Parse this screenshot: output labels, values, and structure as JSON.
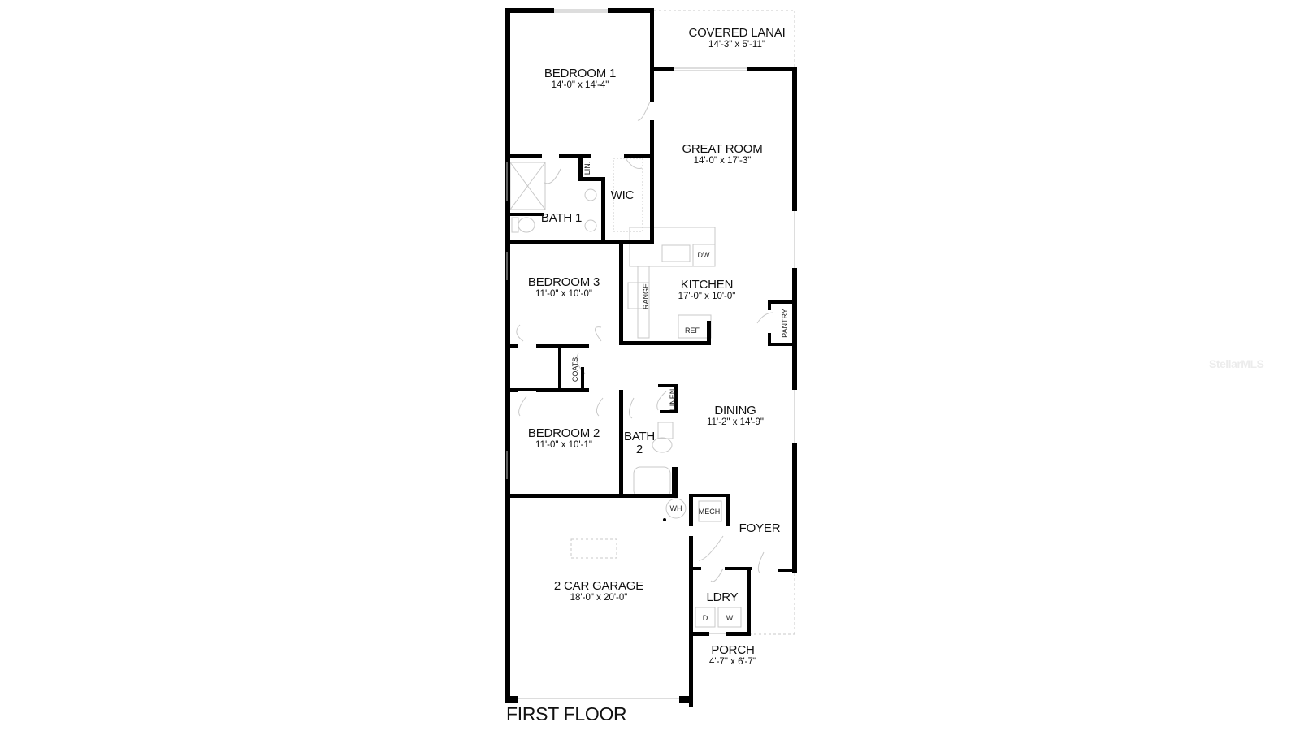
{
  "plan": {
    "title": "FIRST FLOOR",
    "watermark": "StellarMLS"
  },
  "rooms": {
    "covered_lanai": {
      "name": "COVERED LANAI",
      "dim": "14'-3\" x 5'-11\""
    },
    "bedroom1": {
      "name": "BEDROOM 1",
      "dim": "14'-0\" x 14'-4\""
    },
    "great_room": {
      "name": "GREAT ROOM",
      "dim": "14'-0\" x 17'-3\""
    },
    "bath1": {
      "name": "BATH 1"
    },
    "wic": {
      "name": "WIC"
    },
    "lin": {
      "name": "LIN."
    },
    "bedroom3": {
      "name": "BEDROOM 3",
      "dim": "11'-0\" x 10'-0\""
    },
    "kitchen": {
      "name": "KITCHEN",
      "dim": "17'-0\" x 10'-0\""
    },
    "pantry": {
      "name": "PANTRY"
    },
    "coats": {
      "name": "COATS"
    },
    "bedroom2": {
      "name": "BEDROOM 2",
      "dim": "11'-0\" x 10'-1\""
    },
    "bath2": {
      "name": "BATH",
      "name2": "2"
    },
    "linen": {
      "name": "LINEN"
    },
    "dining": {
      "name": "DINING",
      "dim": "11'-2\" x 14'-9\""
    },
    "foyer": {
      "name": "FOYER"
    },
    "garage": {
      "name": "2 CAR GARAGE",
      "dim": "18'-0\" x 20'-0\""
    },
    "ldry": {
      "name": "LDRY"
    },
    "porch": {
      "name": "PORCH",
      "dim": "4'-7\" x 6'-7\""
    }
  },
  "fixtures": {
    "dw": "DW",
    "range": "RANGE",
    "ref": "REF",
    "wh": "WH",
    "mech": "MECH",
    "dryer": "D",
    "washer": "W"
  }
}
